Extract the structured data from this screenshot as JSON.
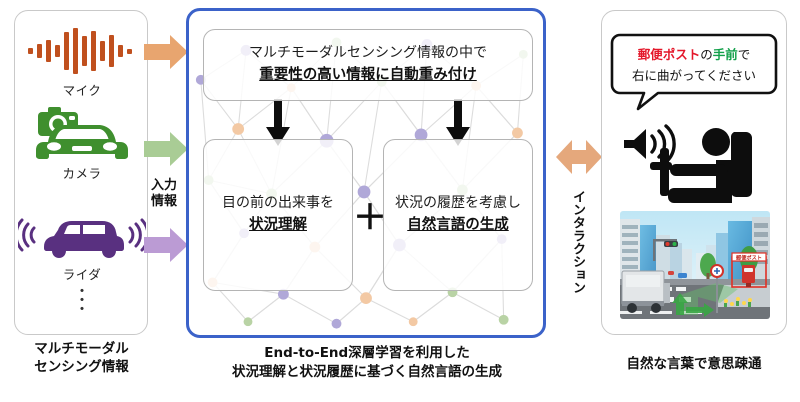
{
  "colors": {
    "mic_orange": "#c0501e",
    "camera_green": "#3f8f2e",
    "lidar_purple": "#593080",
    "arrow_orange": "#e8a56f",
    "arrow_green": "#a9cc95",
    "arrow_purple": "#bb9bd4",
    "center_border_blue": "#3b62c9",
    "interaction_arrow": "#e5a87c",
    "bubble_red": "#e4172a",
    "bubble_green": "#12a04a",
    "mesh_node_purple": "#b0a8d8",
    "mesh_node_green": "#b9d3a5",
    "mesh_node_orange": "#f3c9a4",
    "mesh_line": "#d8d8d8"
  },
  "left": {
    "caption": "マルチモーダル\nセンシング情報",
    "caption_line1": "マルチモーダル",
    "caption_line2": "センシング情報",
    "sensors": [
      {
        "id": "mic",
        "label": "マイク",
        "icon": "audio-waveform-icon"
      },
      {
        "id": "camera",
        "label": "カメラ",
        "icon": "car-camera-icon"
      },
      {
        "id": "lidar",
        "label": "ライダ",
        "icon": "car-lidar-icon"
      }
    ],
    "ellipsis": "・\n・\n・"
  },
  "input_arrows": {
    "label_line1": "入力",
    "label_line2": "情報",
    "items": [
      {
        "name": "mic-arrow",
        "color": "#e8a56f"
      },
      {
        "name": "camera-arrow",
        "color": "#a9cc95"
      },
      {
        "name": "lidar-arrow",
        "color": "#bb9bd4"
      }
    ]
  },
  "center": {
    "top_box": {
      "line1": "マルチモーダルセンシング情報の中で",
      "line2": "重要性の高い情報に自動重み付け"
    },
    "left_box": {
      "line1": "目の前の出来事を",
      "line2": "状況理解"
    },
    "right_box": {
      "line1": "状況の履歴を考慮し",
      "line2": "自然言語の生成"
    },
    "plus": "＋",
    "caption_line1": "End-to-End深層学習を利用した",
    "caption_line2": "状況理解と状況履歴に基づく自然言語の生成"
  },
  "interaction": {
    "label": "インタラクション",
    "icon": "bidirectional-arrow-icon"
  },
  "right": {
    "bubble": {
      "line1_part1": "郵便ポスト",
      "line1_part2": "の",
      "line1_part3": "手前",
      "line1_part4": "で",
      "line2": "右に曲がってください"
    },
    "pictogram": "driver-with-speaker-icon",
    "street_scene": {
      "name": "street-view-photo",
      "mailbox_label": "郵便ポスト"
    },
    "caption": "自然な言葉で意思疎通"
  }
}
